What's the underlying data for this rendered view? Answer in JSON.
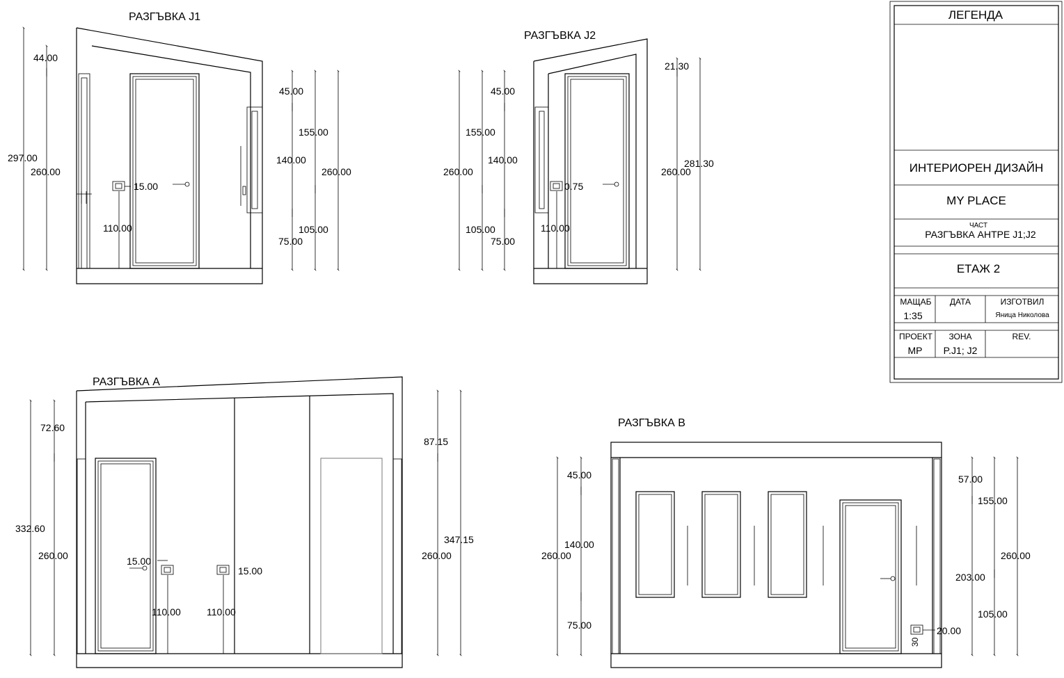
{
  "views": {
    "j1": {
      "title": "РАЗГЪВКА J1",
      "dims": [
        "44.00",
        "297.00",
        "260.00",
        "15.00",
        "110.00",
        "45.00",
        "155.00",
        "140.00",
        "260.00",
        "105.00",
        "75.00"
      ]
    },
    "j2": {
      "title": "РАЗГЪВКА J2",
      "dims": [
        "45.00",
        "155.00",
        "140.00",
        "260.00",
        "105.00",
        "75.00",
        "0.75",
        "110.00",
        "21.30",
        "260.00",
        "281.30"
      ]
    },
    "a": {
      "title": "РАЗГЪВКА А",
      "dims": [
        "72.60",
        "332.60",
        "260.00",
        "15.00",
        "110.00",
        "110.00",
        "15.00",
        "87.15",
        "347.15",
        "260.00"
      ]
    },
    "b": {
      "title": "РАЗГЪВКА В",
      "dims": [
        "45.00",
        "140.00",
        "260.00",
        "75.00",
        "57.00",
        "155.00",
        "260.00",
        "203.00",
        "105.00",
        "20.00",
        "30"
      ]
    }
  },
  "legend": {
    "header": "ЛЕГЕНДА",
    "discipline": "ИНТЕРИОРЕН ДИЗАЙН",
    "project_name": "MY PLACE",
    "part_label": "ЧАСТ",
    "part_value": "РАЗГЪВКА АНТРЕ J1;J2",
    "floor": "ЕТАЖ 2",
    "scale_label": "МАЩАБ",
    "scale_value": "1:35",
    "date_label": "ДАТА",
    "date_value": "",
    "author_label": "ИЗГОТВИЛ",
    "author_value": "Яница Николова",
    "project_label": "ПРОЕКТ",
    "project_value": "MP",
    "zone_label": "ЗОНА",
    "zone_value": "P.J1; J2",
    "rev_label": "REV.",
    "rev_value": ""
  }
}
